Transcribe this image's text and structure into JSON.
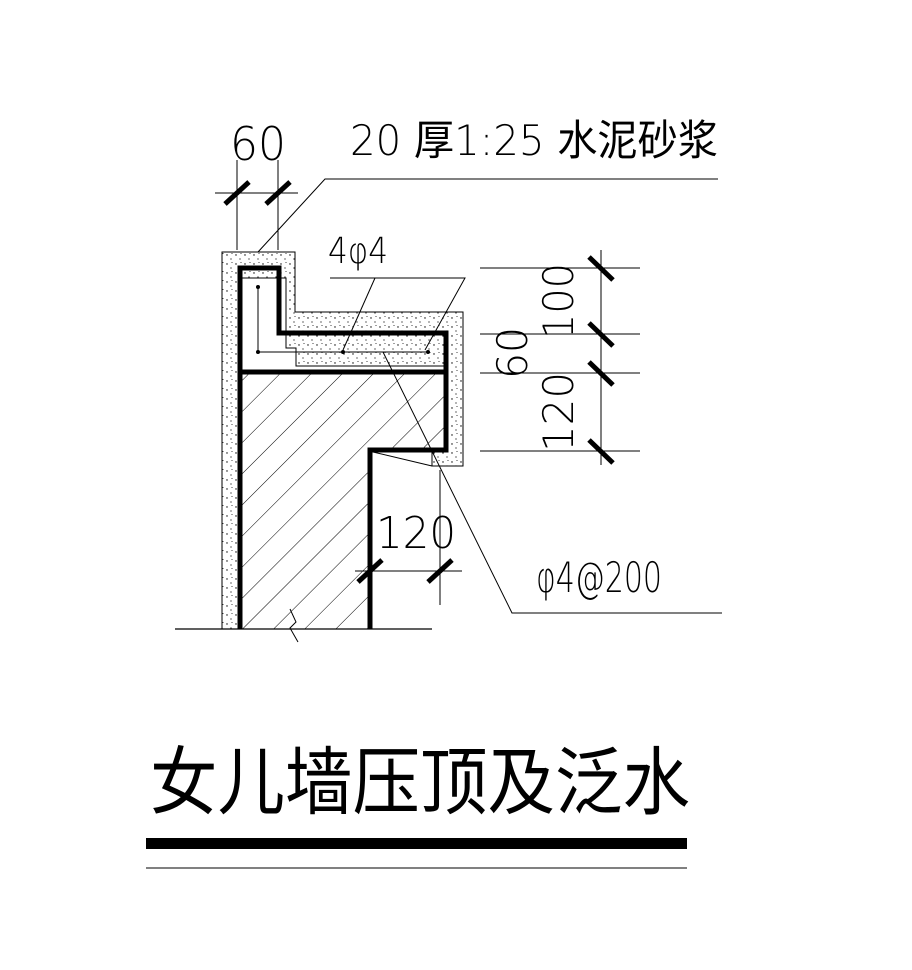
{
  "drawing": {
    "title": "女儿墙压顶及泛水",
    "labels": {
      "mortar": "20 厚1:25 水泥砂浆",
      "top_rebar": "4φ4",
      "stirrup": "φ4@200"
    },
    "dimensions": {
      "plaster_thickness": "60",
      "wall_width": "120",
      "dim_100": "100",
      "dim_60": "60",
      "dim_120": "120"
    }
  },
  "colors": {
    "line": "#000000",
    "background": "#ffffff"
  }
}
